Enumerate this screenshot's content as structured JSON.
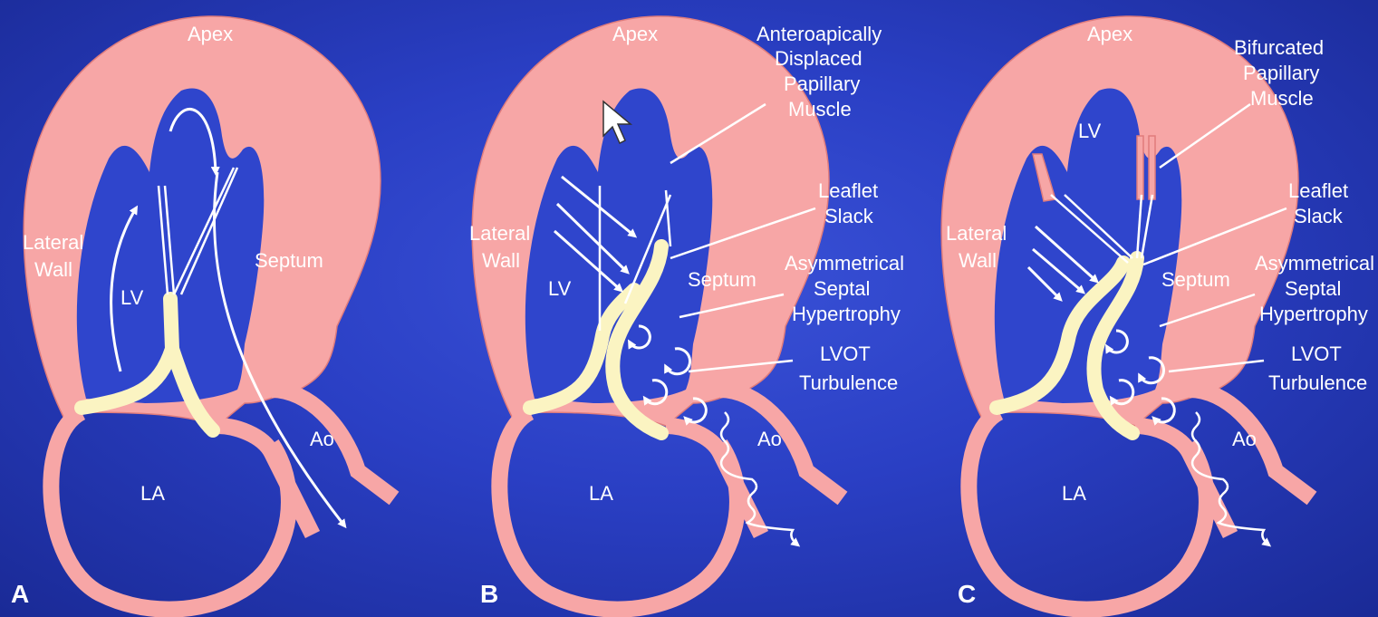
{
  "panels": [
    {
      "letter": "A",
      "labels": {
        "apex": "Apex",
        "lateral_wall": [
          "Lateral",
          "Wall"
        ],
        "septum": "Septum",
        "lv": "LV",
        "la": "LA",
        "ao": "Ao"
      }
    },
    {
      "letter": "B",
      "labels": {
        "apex": "Apex",
        "lateral_wall": [
          "Lateral",
          "Wall"
        ],
        "septum": "Septum",
        "lv": "LV",
        "la": "LA",
        "ao": "Ao"
      },
      "annotations": {
        "papillary": [
          "Anteroapically",
          "Displaced",
          "Papillary",
          "Muscle"
        ],
        "leaflet_slack": [
          "Leaflet",
          "Slack"
        ],
        "asymmetrical": [
          "Asymmetrical",
          "Septal",
          "Hypertrophy"
        ],
        "lvot": [
          "LVOT",
          "Turbulence"
        ]
      }
    },
    {
      "letter": "C",
      "labels": {
        "apex": "Apex",
        "lateral_wall": [
          "Lateral",
          "Wall"
        ],
        "septum": "Septum",
        "lv": "LV",
        "la": "LA",
        "ao": "Ao"
      },
      "annotations": {
        "papillary": [
          "Bifurcated",
          "Papillary",
          "Muscle"
        ],
        "leaflet_slack": [
          "Leaflet",
          "Slack"
        ],
        "asymmetrical": [
          "Asymmetrical",
          "Septal",
          "Hypertrophy"
        ],
        "lvot": [
          "LVOT",
          "Turbulence"
        ]
      }
    }
  ],
  "colors": {
    "background": "#2a3fc4",
    "myocardium": "#f7a6a6",
    "leaflet": "#fbf4c2",
    "text": "#ffffff"
  }
}
